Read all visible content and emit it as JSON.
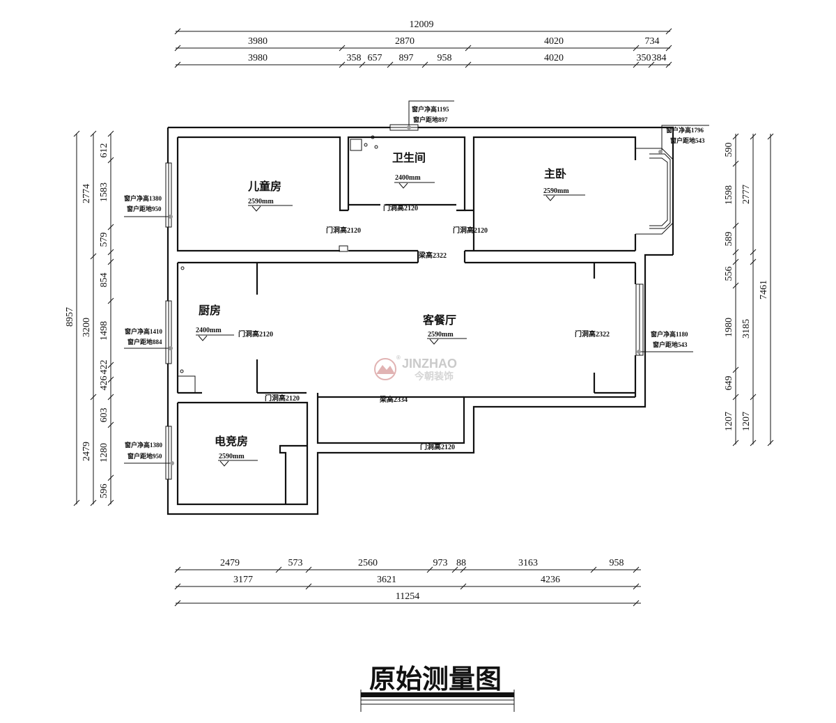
{
  "title": "原始测量图",
  "watermark": {
    "latin": "JINZHAO",
    "chinese": "今朝装饰",
    "reg": "®",
    "color": "#c97a7a"
  },
  "dimensions": {
    "top_total": "12009",
    "top_row1": [
      "3980",
      "2870",
      "4020",
      "734"
    ],
    "top_row2": [
      "3980",
      "358",
      "657",
      "897",
      "958",
      "4020",
      "350",
      "384"
    ],
    "bottom_row1": [
      "2479",
      "573",
      "2560",
      "973",
      "88",
      "3163",
      "958"
    ],
    "bottom_row2": [
      "3177",
      "3621",
      "4236"
    ],
    "bottom_total": "11254",
    "left_total": "8957",
    "left_mid": [
      "2774",
      "3200",
      "2479"
    ],
    "left_inner": [
      "612",
      "1583",
      "579",
      "854",
      "1498",
      "422",
      "426",
      "603",
      "1280",
      "596"
    ],
    "right_total": "7461",
    "right_mid": [
      "2777",
      "3185",
      "1207"
    ],
    "right_inner": [
      "590",
      "1598",
      "589",
      "556",
      "1980",
      "649",
      "1207"
    ]
  },
  "rooms": [
    {
      "name": "儿童房",
      "height": "2590mm"
    },
    {
      "name": "卫生间",
      "height": "2400mm"
    },
    {
      "name": "主卧",
      "height": "2590mm"
    },
    {
      "name": "厨房",
      "height": "2400mm"
    },
    {
      "name": "客餐厅",
      "height": "2590mm"
    },
    {
      "name": "电竞房",
      "height": "2590mm"
    }
  ],
  "door_labels": {
    "bath_door": "门洞高2120",
    "kids_door": "门洞高2120",
    "master_door": "门洞高2120",
    "kitchen_door": "门洞高2120",
    "living_right_door": "门洞高2322",
    "gaming_door": "门洞高2120",
    "bottom_door": "门洞高2120"
  },
  "beam_labels": {
    "upper": "梁高2322",
    "lower": "梁高2334"
  },
  "window_notes": [
    {
      "line1": "窗户净高1195",
      "line2": "窗户距地897"
    },
    {
      "line1": "窗户净高1796",
      "line2": "窗户距地543"
    },
    {
      "line1": "窗户净高1380",
      "line2": "窗户距地950"
    },
    {
      "line1": "窗户净高1410",
      "line2": "窗户距地884"
    },
    {
      "line1": "窗户净高1180",
      "line2": "窗户距地543"
    },
    {
      "line1": "窗户净高1380",
      "line2": "窗户距地950"
    }
  ]
}
